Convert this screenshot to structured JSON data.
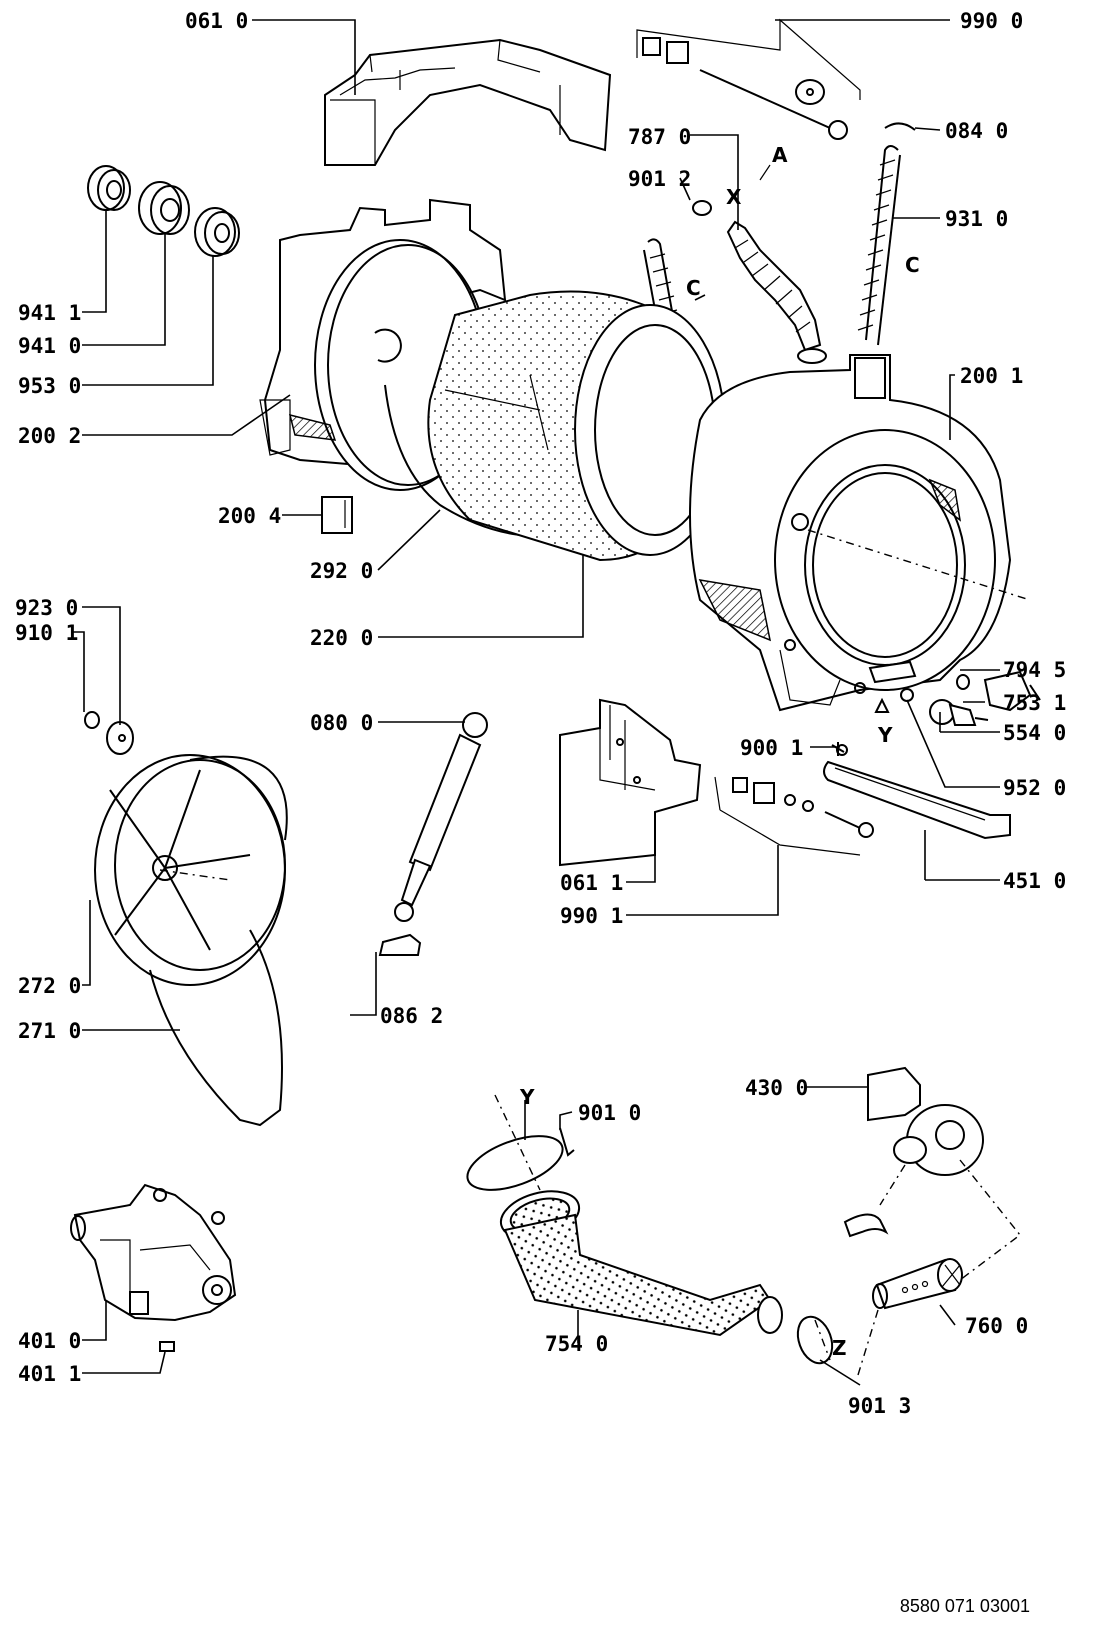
{
  "diagram": {
    "callouts": [
      {
        "id": "061-0",
        "label": "061 0"
      },
      {
        "id": "990-0",
        "label": "990 0"
      },
      {
        "id": "787-0",
        "label": "787 0"
      },
      {
        "id": "084-0",
        "label": "084 0"
      },
      {
        "id": "901-2",
        "label": "901 2"
      },
      {
        "id": "931-0",
        "label": "931 0"
      },
      {
        "id": "941-1",
        "label": "941 1"
      },
      {
        "id": "941-0",
        "label": "941 0"
      },
      {
        "id": "953-0",
        "label": "953 0"
      },
      {
        "id": "200-2",
        "label": "200 2"
      },
      {
        "id": "200-1",
        "label": "200 1"
      },
      {
        "id": "200-4",
        "label": "200 4"
      },
      {
        "id": "292-0",
        "label": "292 0"
      },
      {
        "id": "220-0",
        "label": "220 0"
      },
      {
        "id": "923-0",
        "label": "923 0"
      },
      {
        "id": "910-1",
        "label": "910 1"
      },
      {
        "id": "080-0",
        "label": "080 0"
      },
      {
        "id": "794-5",
        "label": "794 5"
      },
      {
        "id": "753-1",
        "label": "753 1"
      },
      {
        "id": "554-0",
        "label": "554 0"
      },
      {
        "id": "900-1",
        "label": "900 1"
      },
      {
        "id": "952-0",
        "label": "952 0"
      },
      {
        "id": "061-1",
        "label": "061 1"
      },
      {
        "id": "990-1",
        "label": "990 1"
      },
      {
        "id": "451-0",
        "label": "451 0"
      },
      {
        "id": "272-0",
        "label": "272 0"
      },
      {
        "id": "271-0",
        "label": "271 0"
      },
      {
        "id": "086-2",
        "label": "086 2"
      },
      {
        "id": "430-0",
        "label": "430 0"
      },
      {
        "id": "901-0",
        "label": "901 0"
      },
      {
        "id": "760-0",
        "label": "760 0"
      },
      {
        "id": "754-0",
        "label": "754 0"
      },
      {
        "id": "401-0",
        "label": "401 0"
      },
      {
        "id": "401-1",
        "label": "401 1"
      },
      {
        "id": "901-3",
        "label": "901 3"
      }
    ],
    "markers": {
      "a": "A",
      "x": "X",
      "c": "C",
      "y": "Y",
      "z": "Z"
    },
    "document_number": "8580 071 03001"
  }
}
